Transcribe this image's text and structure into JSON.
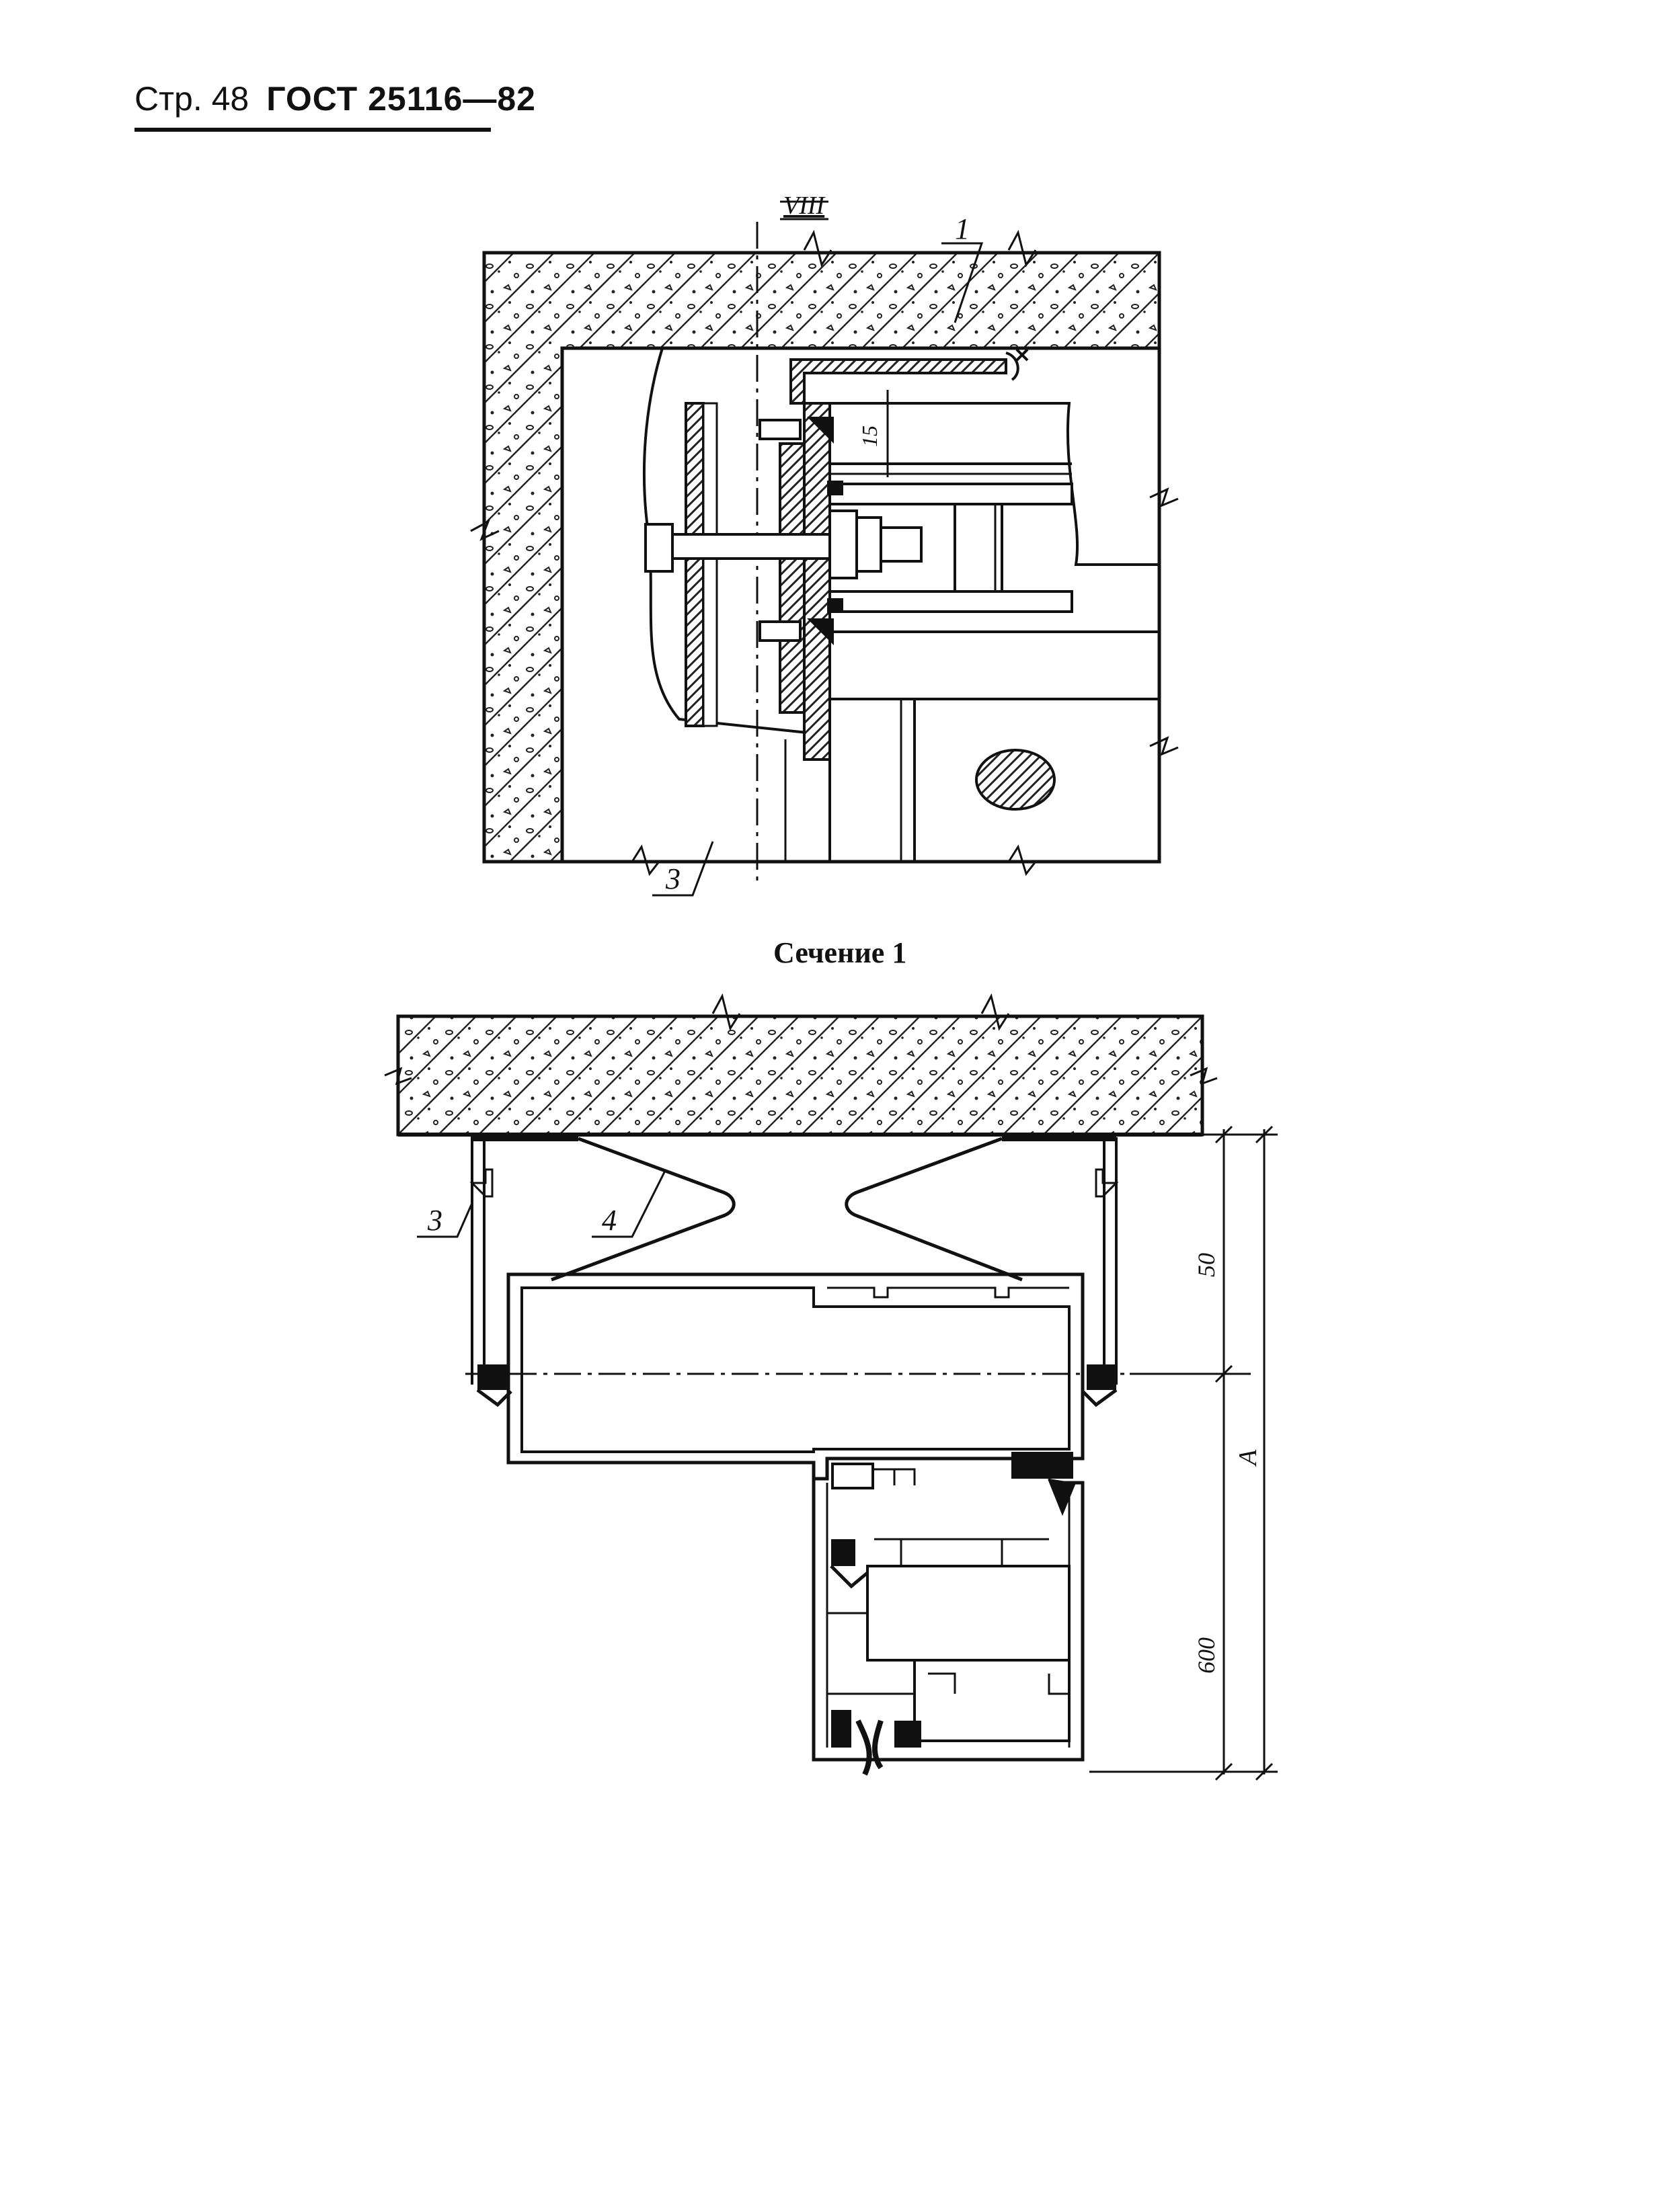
{
  "header": {
    "page_label": "Стр. 48",
    "standard": "ГОСТ 25116—82"
  },
  "figure_top": {
    "view_label": "VIII",
    "callout_1": "1",
    "callout_3": "3",
    "dim_15": "15"
  },
  "section_title": "Сечение 1",
  "figure_bottom": {
    "callout_3": "3",
    "callout_4": "4",
    "dim_50": "50",
    "dim_A": "A",
    "dim_600": "600"
  }
}
